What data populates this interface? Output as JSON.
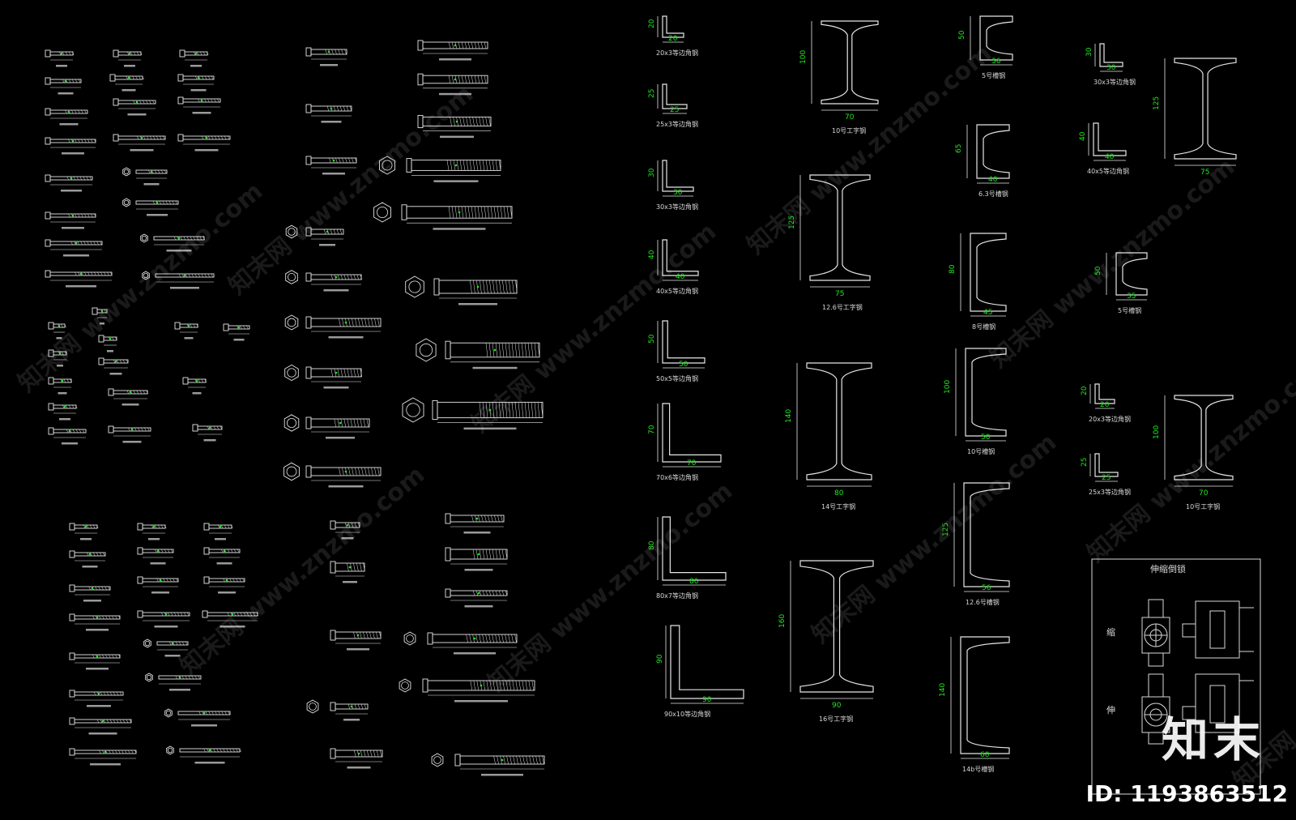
{
  "watermark": {
    "text": "知末网 www.znzmo.com",
    "brand": "知末",
    "id_label": "ID: 1193863512"
  },
  "angles": [
    {
      "label": "20x3等边角钢",
      "h": "20",
      "w": "20"
    },
    {
      "label": "25x3等边角钢",
      "h": "25",
      "w": "25"
    },
    {
      "label": "30x3等边角钢",
      "h": "30",
      "w": "30"
    },
    {
      "label": "40x5等边角钢",
      "h": "40",
      "w": "40"
    },
    {
      "label": "50x5等边角钢",
      "h": "50",
      "w": "50"
    },
    {
      "label": "70x6等边角钢",
      "h": "70",
      "w": "70"
    },
    {
      "label": "80x7等边角钢",
      "h": "80",
      "w": "80"
    },
    {
      "label": "90x10等边角钢",
      "h": "90",
      "w": "90"
    }
  ],
  "ibeams": [
    {
      "label": "10号工字钢",
      "h": "100",
      "w": "70"
    },
    {
      "label": "12.6号工字钢",
      "h": "125",
      "w": "75"
    },
    {
      "label": "14号工字钢",
      "h": "140",
      "w": "80"
    },
    {
      "label": "16号工字钢",
      "h": "160",
      "w": "90"
    }
  ],
  "channels": [
    {
      "label": "5号槽钢",
      "h": "50",
      "w": "36"
    },
    {
      "label": "6.3号槽钢",
      "h": "65",
      "w": "40"
    },
    {
      "label": "8号槽钢",
      "h": "80",
      "w": "45"
    },
    {
      "label": "10号槽钢",
      "h": "100",
      "w": "50"
    },
    {
      "label": "12.6号槽钢",
      "h": "125",
      "w": "56"
    },
    {
      "label": "14b号槽钢",
      "h": "140",
      "w": "60"
    }
  ],
  "right_column": {
    "angle_30": {
      "label": "30x3等边角钢",
      "h": "30",
      "w": "30"
    },
    "angle_40": {
      "label": "40x5等边角钢",
      "h": "40",
      "w": "40"
    },
    "ibeam_126": {
      "h": "125",
      "w": "75"
    },
    "channel_5": {
      "label": "5号槽钢",
      "h": "50",
      "w": "35"
    },
    "angle_20": {
      "label": "20x3等边角钢",
      "h": "20",
      "w": "20"
    },
    "angle_25": {
      "label": "25x3等边角钢",
      "h": "25",
      "w": "25"
    },
    "ibeam_10": {
      "label": "10号工字钢",
      "h": "100",
      "w": "70"
    }
  },
  "lock_panel": {
    "title": "伸缩倒锁",
    "label_top": "缩",
    "label_bottom": "伸"
  },
  "colors": {
    "line": "#e6e6e6",
    "dimension": "#1eea1e",
    "background": "#000000"
  }
}
